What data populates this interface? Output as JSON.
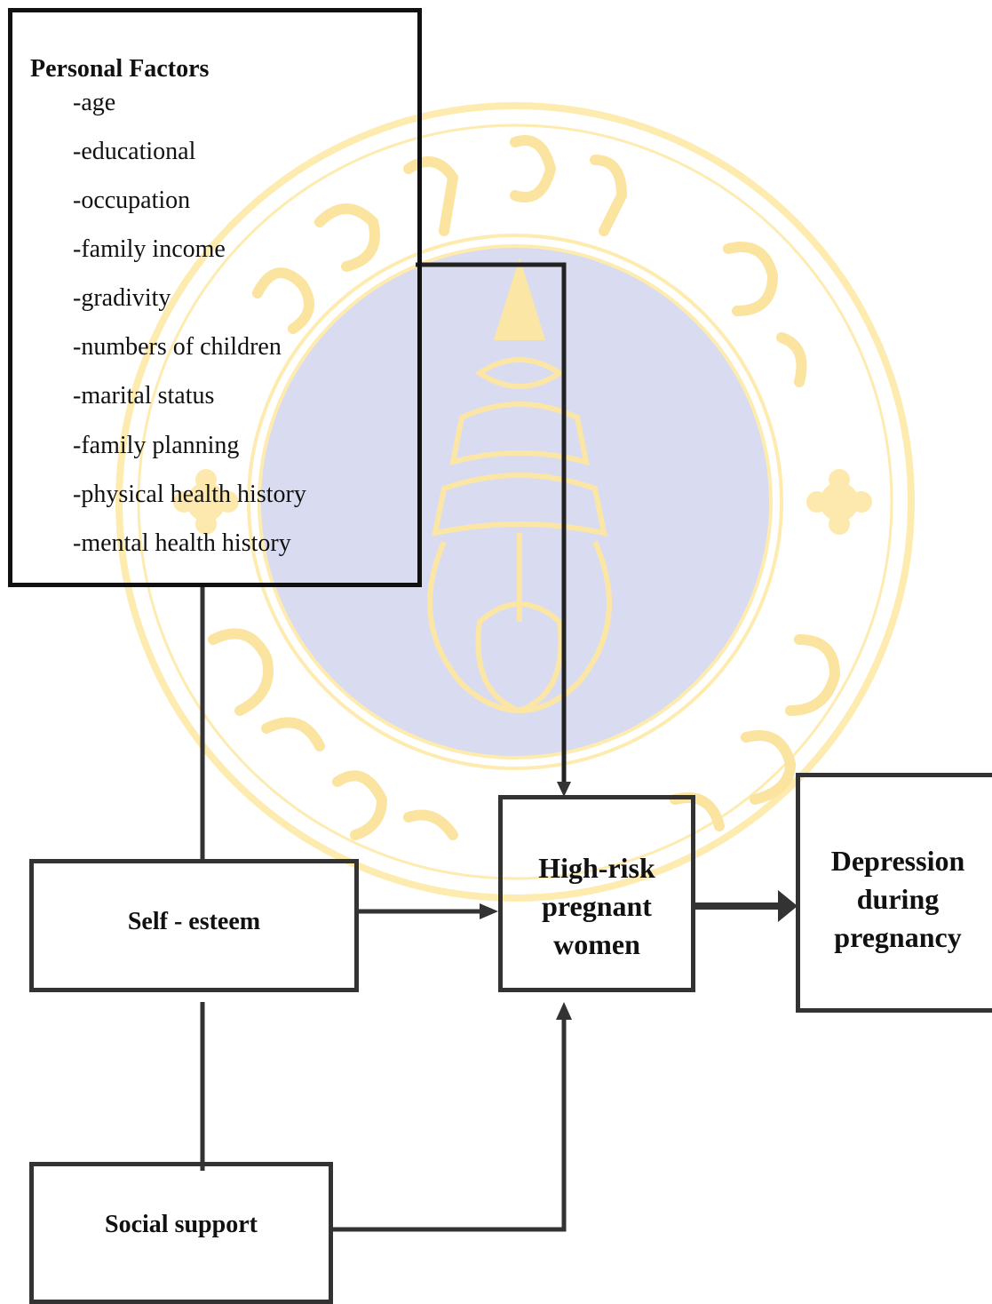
{
  "personal_factors": {
    "title": "Personal Factors",
    "items": [
      "-age",
      "-educational",
      "-occupation",
      "-family income",
      "-gradivity",
      "-numbers of children",
      "-marital status",
      "-family planning",
      "-physical health history",
      "-mental health history"
    ]
  },
  "self_esteem": {
    "label": "Self - esteem"
  },
  "social_support": {
    "label": "Social support"
  },
  "high_risk": {
    "lines": [
      "High-risk",
      "pregnant",
      "women"
    ]
  },
  "depression": {
    "lines": [
      "Depression",
      "during",
      "pregnancy"
    ]
  },
  "colors": {
    "border": "#1f1f1f",
    "arrow": "#333333",
    "watermark_ring": "#fde9a8",
    "watermark_disc": "#d7dbef",
    "watermark_text": "#fbe3a0"
  },
  "watermark": {
    "icon": "university-seal-icon"
  }
}
